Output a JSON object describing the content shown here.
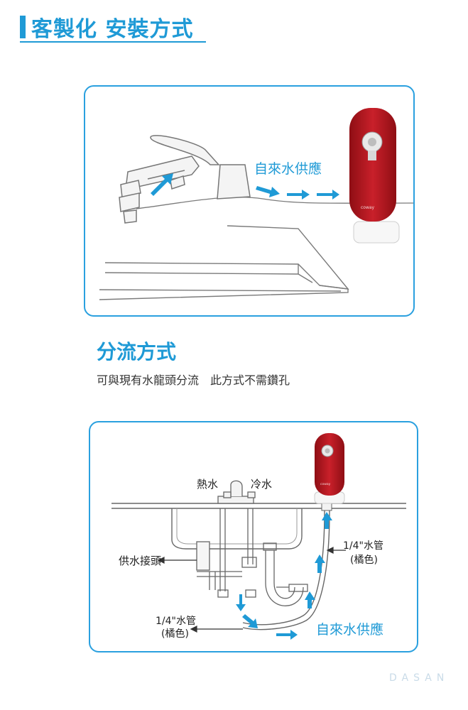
{
  "header": {
    "title": "客製化 安裝方式"
  },
  "diagram1": {
    "supply_label": "自來水供應",
    "brand_logo": "coway"
  },
  "section": {
    "title": "分流方式",
    "description": "可與現有水龍頭分流　此方式不需鑽孔"
  },
  "diagram2": {
    "hot_label": "熱水",
    "cold_label": "冷水",
    "connector_label": "供水接頭",
    "tube_right_line1": "1/4\"水管",
    "tube_right_line2": "(橘色)",
    "tube_left_line1": "1/4\"水管",
    "tube_left_line2": "(橘色)",
    "supply_label": "自來水供應",
    "brand_logo": "coway"
  },
  "watermark": "DASAN",
  "colors": {
    "accent": "#1f9ad6",
    "arrow": "#1f9ad6",
    "purifier_red": "#b5161e"
  }
}
